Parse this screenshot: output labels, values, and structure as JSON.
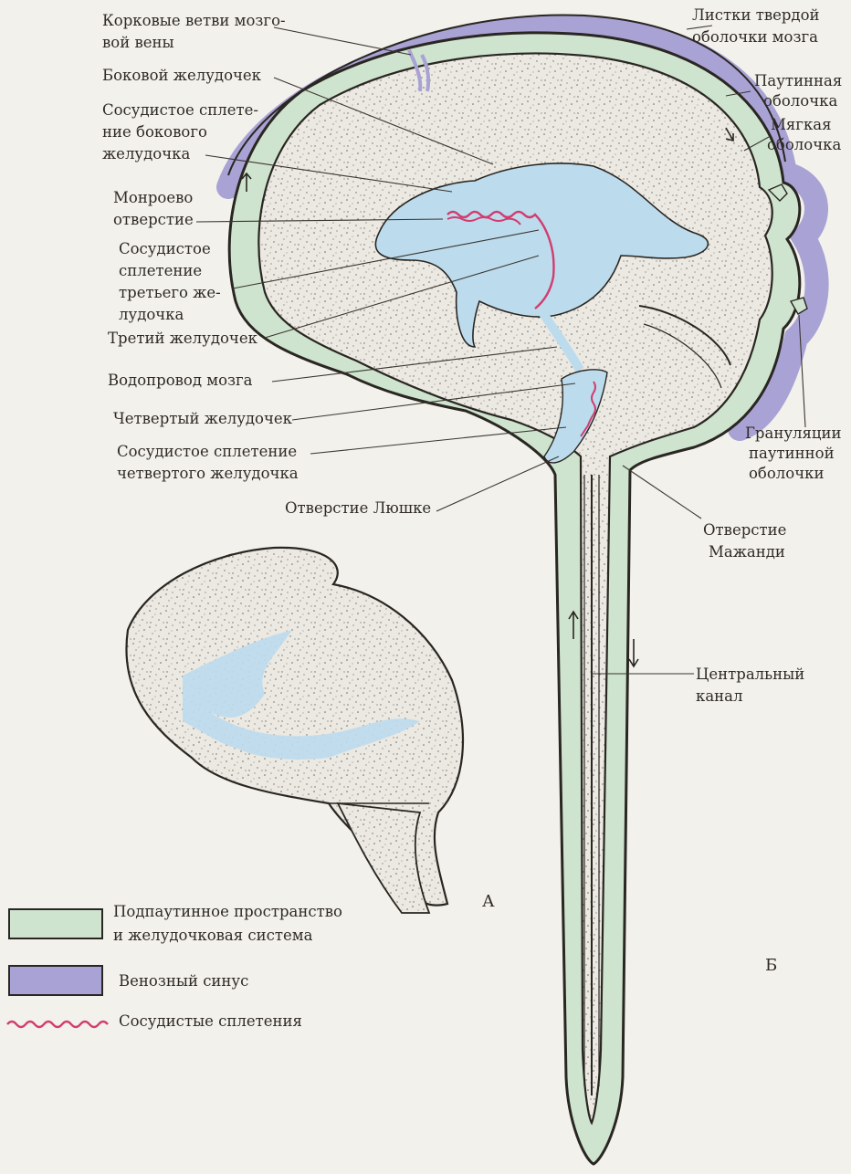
{
  "labels": {
    "cortical_veins": [
      "Корковые ветви мозго-",
      "вой вены"
    ],
    "lateral_ventricle": [
      "Боковой желудочек"
    ],
    "choroid_lateral": [
      "Сосудистое сплете-",
      "ние бокового",
      "желудочка"
    ],
    "monro": [
      "Монроево",
      "отверстие"
    ],
    "choroid_third": [
      "Сосудистое",
      "сплетение",
      "третьего же-",
      "лудочка"
    ],
    "third_ventricle": [
      "Третий желудочек"
    ],
    "aqueduct": [
      "Водопровод мозга"
    ],
    "fourth_ventricle": [
      "Четвертый желудочек"
    ],
    "choroid_fourth": [
      "Сосудистое сплетение",
      "четвертого желудочка"
    ],
    "luschka": [
      "Отверстие Люшке"
    ],
    "dura_layers": [
      "Листки твердой",
      "оболочки мозга"
    ],
    "arachnoid": [
      "Паутинная",
      "оболочка"
    ],
    "pia": [
      "Мягкая",
      "оболочка"
    ],
    "granulations": [
      "Грануляции",
      "паутинной",
      "оболочки"
    ],
    "magendie": [
      "Отверстие",
      "Мажанди"
    ],
    "central_canal": [
      "Центральный",
      "канал"
    ]
  },
  "panel_labels": {
    "a": "А",
    "b": "Б"
  },
  "legend": [
    {
      "lines": [
        "Подпаутинное пространство",
        "и желудочковая система"
      ],
      "swatch": "band",
      "color": "#cfe4cf"
    },
    {
      "lines": [
        "Венозный синус"
      ],
      "swatch": "band",
      "color": "#a9a2d4"
    },
    {
      "lines": [
        "Сосудистые сплетения"
      ],
      "swatch": "wave",
      "color": "#d23c6e"
    }
  ],
  "colors": {
    "subarachnoid_green": "#cfe4cf",
    "venous_purple": "#a9a2d4",
    "ventricle_blue": "#bcdcee",
    "choroid_red": "#d23c6e",
    "brain_tissue": "#ece9e2",
    "outline": "#2a2622"
  }
}
